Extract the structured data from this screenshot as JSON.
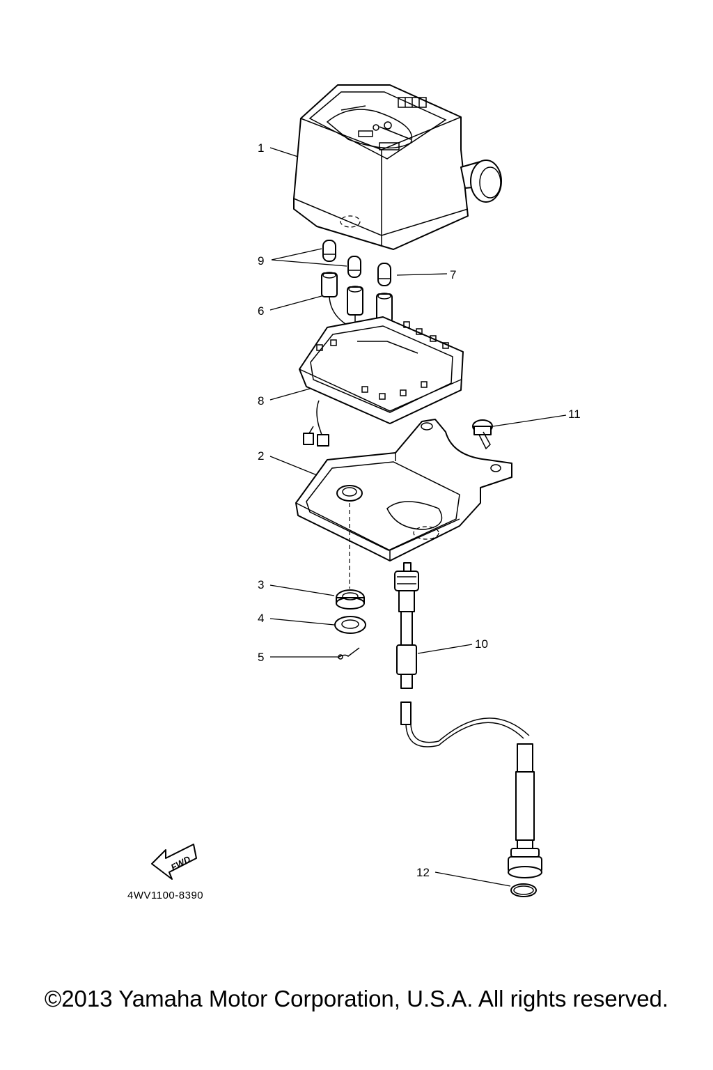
{
  "diagram": {
    "callouts": [
      "1",
      "2",
      "3",
      "4",
      "5",
      "6",
      "7",
      "8",
      "9",
      "10",
      "11",
      "12"
    ],
    "direction_label": "FWD",
    "drawing_code": "4WV1100-8390"
  },
  "footer": {
    "copyright": "©2013 Yamaha Motor Corporation, U.S.A. All rights reserved."
  }
}
